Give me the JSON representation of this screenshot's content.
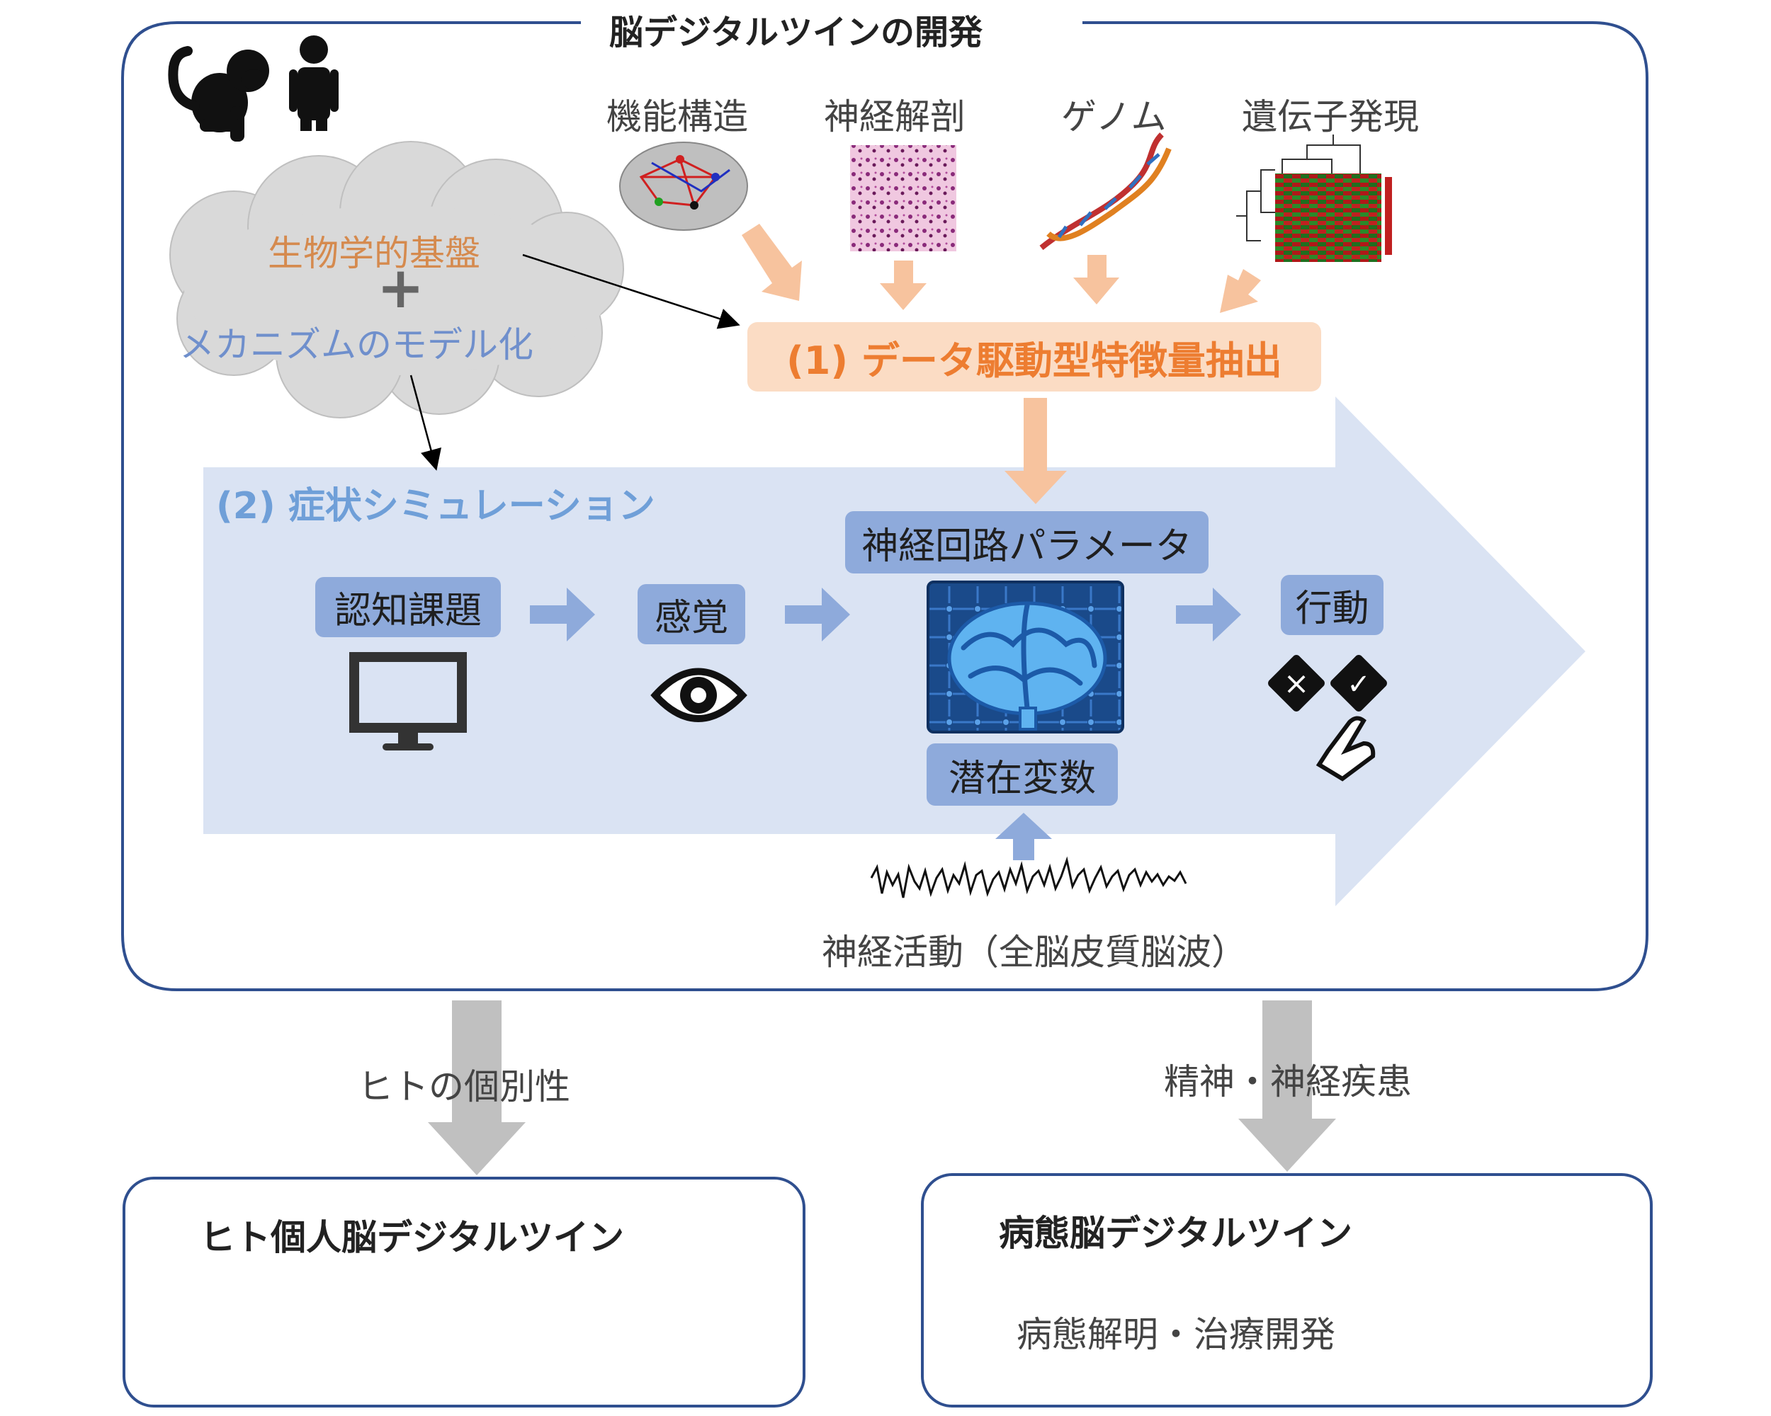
{
  "title": "脳デジタルツインの開発",
  "sources": [
    {
      "label": "機能構造",
      "icon": "brain-connectome-icon"
    },
    {
      "label": "神経解剖",
      "icon": "histology-image-icon"
    },
    {
      "label": "ゲノム",
      "icon": "dna-icon"
    },
    {
      "label": "遺伝子発現",
      "icon": "heatmap-dendrogram-icon"
    }
  ],
  "cloud": {
    "line1": "生物学的基盤",
    "plus": "+",
    "line2": "メカニズムのモデル化"
  },
  "extraction": {
    "label": "(1) データ駆動型特徴量抽出"
  },
  "simulation": {
    "title": "(2) 症状シミュレーション",
    "steps": {
      "task": "認知課題",
      "sense": "感覚",
      "params": "神経回路パラメータ",
      "latent": "潜在変数",
      "action": "行動"
    },
    "neural_activity": "神経活動（全脳皮質脳波）"
  },
  "outputs": {
    "left_arrow_label": "ヒトの個別性",
    "right_arrow_label": "精神・神経疾患",
    "left_box_title": "ヒト個人脳デジタルツイン",
    "right_box_title": "病態脳デジタルツイン",
    "right_box_text": "病態解明・治療開発"
  },
  "colors": {
    "frame": "#2f4f8f",
    "orange_text": "#ed7d31",
    "orange_arrow": "#f7c39e",
    "blue_box": "#8eaadb",
    "big_arrow": "#dae3f3",
    "gray_arrow": "#c0c0c0"
  }
}
